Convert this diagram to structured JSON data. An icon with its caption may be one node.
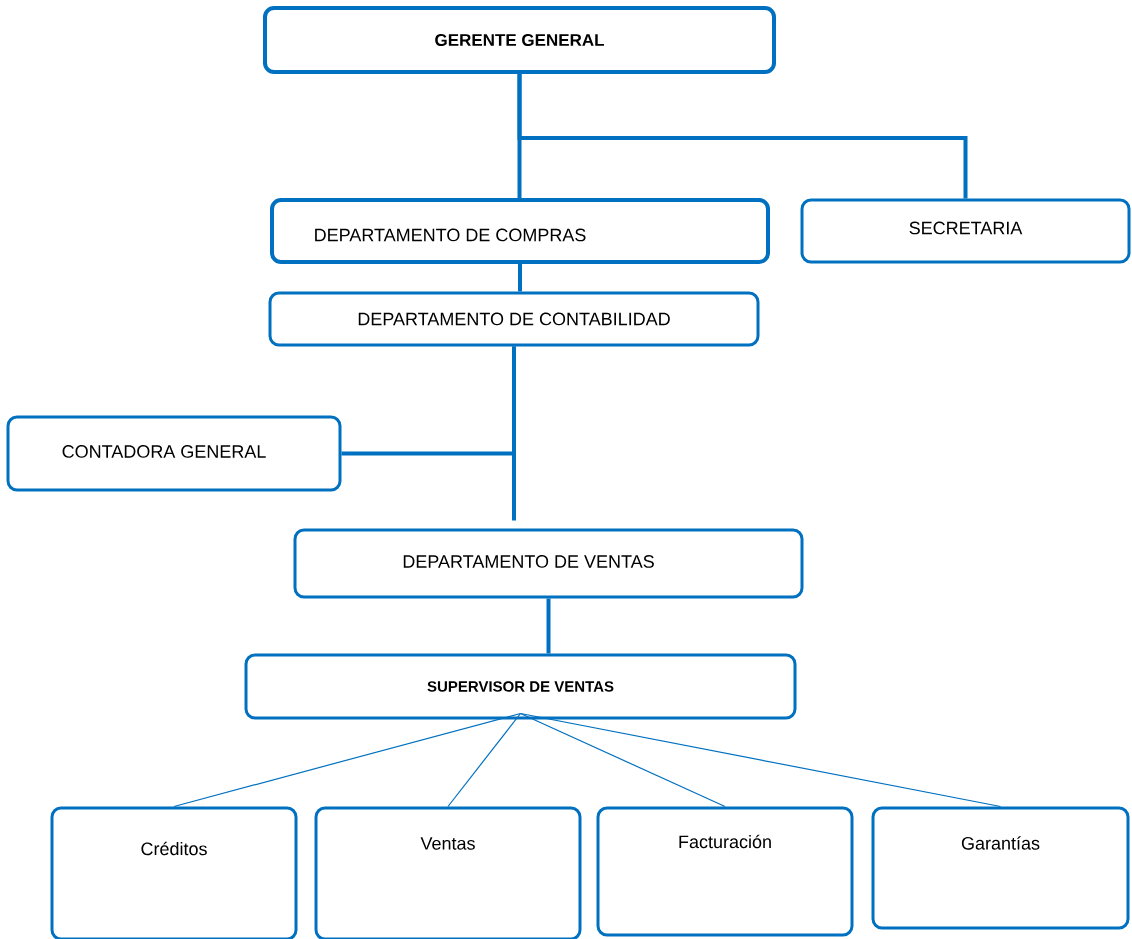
{
  "diagram": {
    "nodes": [
      {
        "text": [
          "GERENTE GENERAL"
        ]
      },
      {
        "text": [
          "DEPARTAMENTO DE COMPRAS"
        ]
      },
      {
        "text": [
          "SECRETARIA"
        ]
      },
      {
        "text": [
          "DEPARTAMENTO DE CONTABILIDAD"
        ]
      },
      {
        "text": [
          "CONTADORA GENERAL"
        ]
      },
      {
        "text": [
          "DEPARTAMENTO DE VENTAS"
        ]
      },
      {
        "text": [
          "SUPERVISOR DE VENTAS"
        ]
      },
      {
        "text": [
          "Créditos"
        ]
      },
      {
        "text": [
          "Ventas"
        ]
      },
      {
        "text": [
          "Facturación"
        ]
      },
      {
        "text": [
          "Garantías"
        ]
      }
    ],
    "edges": [
      {
        "from": 0,
        "to": 1,
        "arrow": "none"
      },
      {
        "from": 0,
        "to": 2,
        "arrow": "none"
      },
      {
        "from": 1,
        "to": 3,
        "arrow": "none"
      },
      {
        "from": 3,
        "to": 4,
        "arrow": "none"
      },
      {
        "from": 3,
        "to": 5,
        "arrow": "none"
      },
      {
        "from": 5,
        "to": 6,
        "arrow": "none"
      },
      {
        "from": 6,
        "to": 7,
        "arrow": "none"
      },
      {
        "from": 6,
        "to": 8,
        "arrow": "none"
      },
      {
        "from": 6,
        "to": 9,
        "arrow": "none"
      },
      {
        "from": 6,
        "to": 10,
        "arrow": "none"
      }
    ]
  }
}
